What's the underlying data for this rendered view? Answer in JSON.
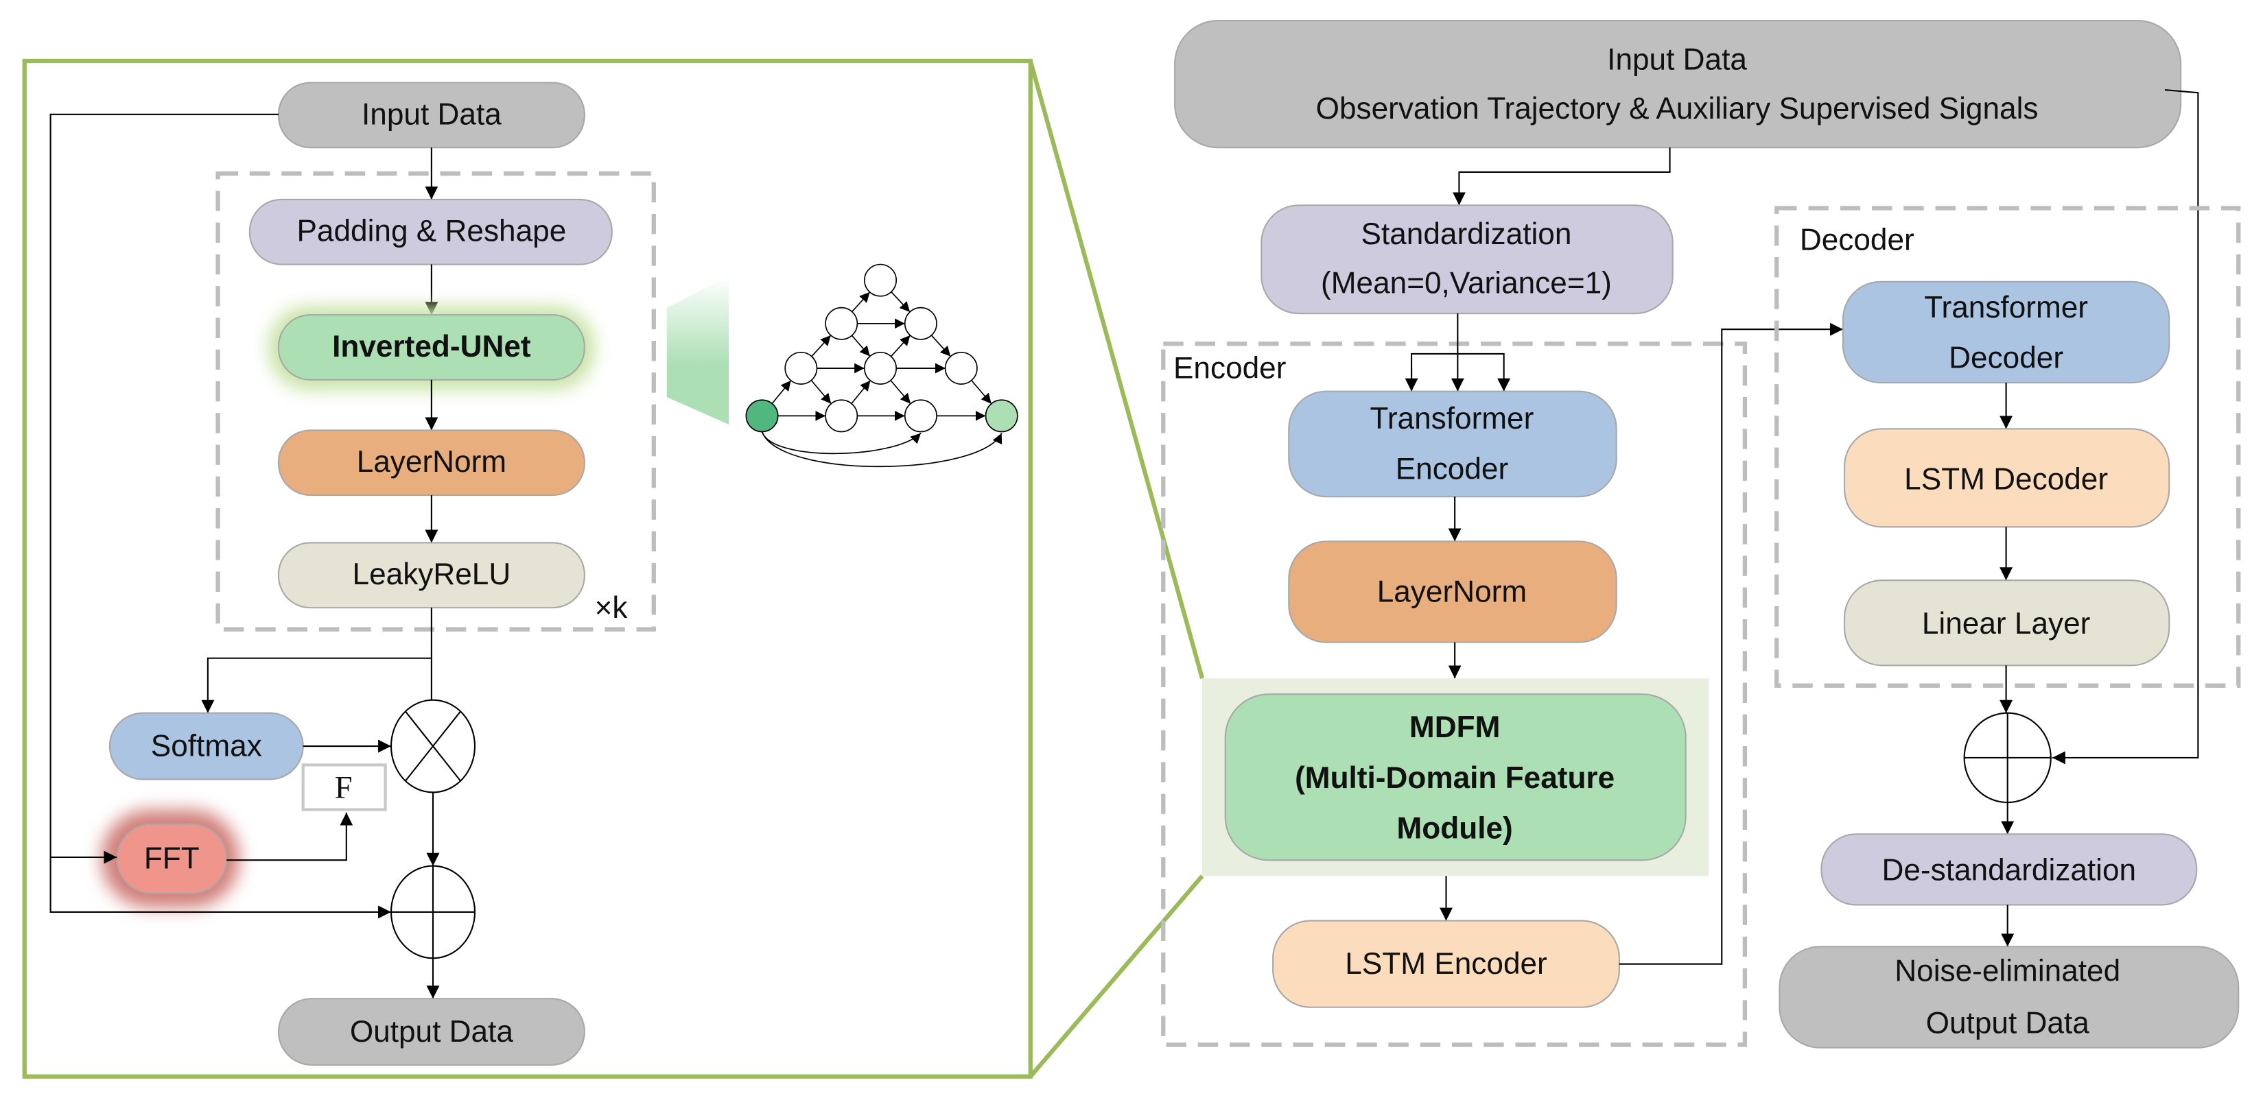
{
  "colors": {
    "gray": "#bfbfbf",
    "lavender": "#cfcbdf",
    "green": "#acdfb4",
    "orange": "#e9ae7e",
    "beige": "#e5e4d4",
    "blue": "#aac4e2",
    "peach": "#fbdcbc",
    "fft": "#ef958b",
    "frame_green": "#9bbb59",
    "dash_gray": "#bdbdbd",
    "node_dark_green": "#50b87f",
    "node_light_green": "#acdfb4"
  },
  "detail_panel": {
    "input": "Input Data",
    "padding": "Padding & Reshape",
    "unet": "Inverted-UNet",
    "layernorm": "LayerNorm",
    "leakyrelu": "LeakyReLU",
    "repeat_label": "×k",
    "softmax": "Softmax",
    "fft": "FFT",
    "f_label": "F",
    "output": "Output Data",
    "multiply_op": "multiply",
    "add_op": "add"
  },
  "main_flow": {
    "input_line1": "Input Data",
    "input_line2": "Observation Trajectory & Auxiliary Supervised Signals",
    "std_line1": "Standardization",
    "std_line2": "(Mean=0,Variance=1)",
    "encoder": {
      "title": "Encoder",
      "transformer_line1": "Transformer",
      "transformer_line2": "Encoder",
      "layernorm": "LayerNorm",
      "mdfm_line1": "MDFM",
      "mdfm_line2": "(Multi-Domain Feature",
      "mdfm_line3": "Module)",
      "lstm": "LSTM Encoder"
    },
    "decoder": {
      "title": "Decoder",
      "transformer_line1": "Transformer",
      "transformer_line2": "Decoder",
      "lstm": "LSTM Decoder",
      "linear": "Linear Layer"
    },
    "destd": "De-standardization",
    "output_line1": "Noise-eliminated",
    "output_line2": "Output Data"
  }
}
